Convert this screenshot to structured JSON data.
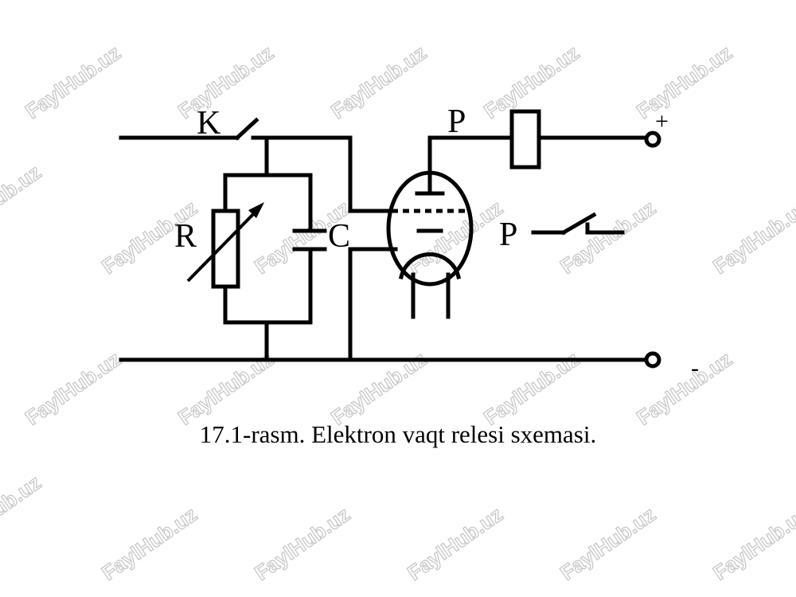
{
  "watermark": "FaylHub.uz",
  "labels": {
    "switch": "K",
    "resistor": "R",
    "capacitor": "C",
    "relay_coil": "P",
    "relay_contact": "P",
    "plus_terminal": "+",
    "minus_terminal": "-"
  },
  "caption": "17.1-rasm. Elektron vaqt relesi sxemasi."
}
